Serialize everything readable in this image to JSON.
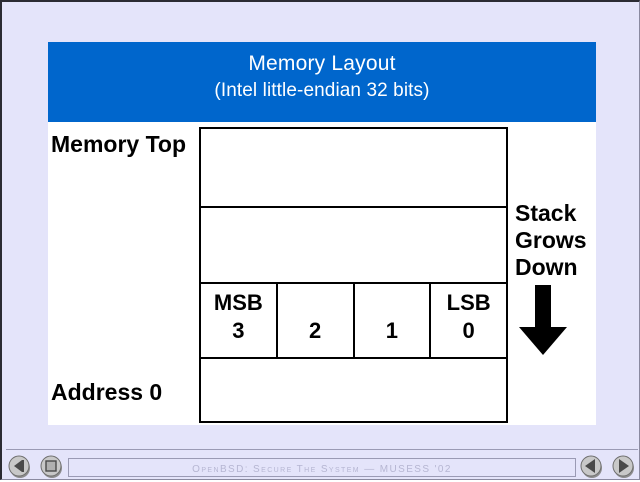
{
  "presentation": {
    "footer_text": "OpenBSD: Secure The System — MUSESS '02"
  },
  "slide": {
    "title_line1": "Memory Layout",
    "title_line2": "(Intel little-endian 32 bits)",
    "title_bg_color": "#0066cc",
    "title_text_color": "#ffffff",
    "labels": {
      "memory_top": "Memory Top",
      "address_zero": "Address 0",
      "stack_note_line1": "Stack",
      "stack_note_line2": "Grows",
      "stack_note_line3": "Down"
    },
    "memory_table": {
      "rows": [
        {
          "type": "empty"
        },
        {
          "type": "empty"
        },
        {
          "type": "bytes",
          "cells": [
            {
              "tag": "MSB",
              "num": "3"
            },
            {
              "tag": "",
              "num": "2"
            },
            {
              "tag": "",
              "num": "1"
            },
            {
              "tag": "LSB",
              "num": "0"
            }
          ]
        },
        {
          "type": "empty"
        }
      ]
    }
  },
  "toolbar": {
    "buttons": [
      {
        "name": "first-slide-button",
        "icon": "triangle-left-circle-icon"
      },
      {
        "name": "stop-button",
        "icon": "square-circle-icon"
      },
      {
        "name": "previous-slide-button",
        "icon": "triangle-left-circle-icon"
      },
      {
        "name": "next-slide-button",
        "icon": "triangle-right-circle-icon"
      }
    ]
  },
  "colors": {
    "background": "#e4e4fa",
    "slide_background": "#ffffff",
    "accent_blue": "#0066cc",
    "ink": "#000000",
    "footer_ink": "#b6b6d2"
  }
}
